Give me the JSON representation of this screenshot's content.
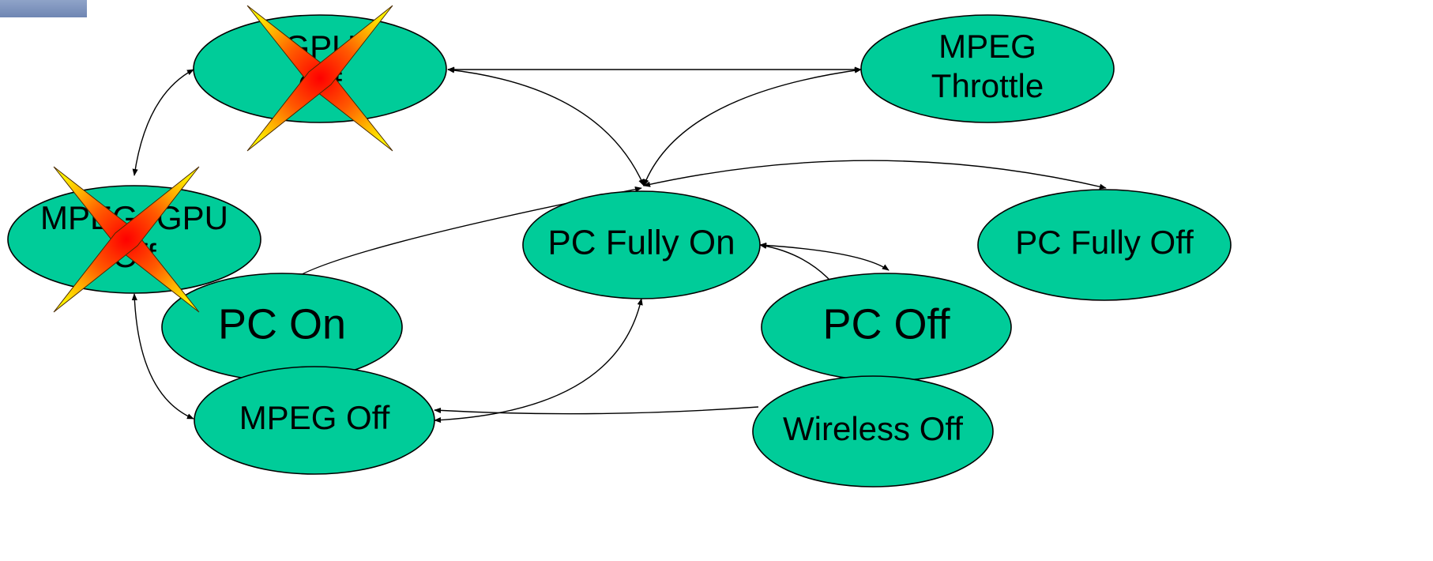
{
  "diagram": {
    "nodes": [
      {
        "id": "gpu-off",
        "lines": [
          "GPU",
          "Off"
        ],
        "crossed": true
      },
      {
        "id": "mpeg-throttle",
        "lines": [
          "MPEG",
          "Throttle"
        ],
        "crossed": false
      },
      {
        "id": "mpeg-gpu-off",
        "lines": [
          "MPEG, GPU",
          "Off"
        ],
        "crossed": true
      },
      {
        "id": "pc-fully-on",
        "lines": [
          "PC Fully On"
        ],
        "crossed": false
      },
      {
        "id": "pc-fully-off",
        "lines": [
          "PC Fully Off"
        ],
        "crossed": false
      },
      {
        "id": "pc-on",
        "lines": [
          "PC On"
        ],
        "crossed": false
      },
      {
        "id": "pc-off",
        "lines": [
          "PC Off"
        ],
        "crossed": false
      },
      {
        "id": "mpeg-off",
        "lines": [
          "MPEG Off"
        ],
        "crossed": false
      },
      {
        "id": "wireless-off",
        "lines": [
          "Wireless Off"
        ],
        "crossed": false
      }
    ],
    "edges": [
      {
        "from": "gpu-off",
        "to": "mpeg-throttle",
        "bidirectional": true
      },
      {
        "from": "gpu-off",
        "to": "pc-fully-on",
        "bidirectional": true
      },
      {
        "from": "mpeg-throttle",
        "to": "pc-fully-on",
        "bidirectional": true
      },
      {
        "from": "pc-fully-on",
        "to": "pc-fully-off",
        "bidirectional": true
      },
      {
        "from": "gpu-off",
        "to": "mpeg-gpu-off",
        "bidirectional": true
      },
      {
        "from": "pc-on",
        "to": "pc-fully-on",
        "bidirectional": false
      },
      {
        "from": "pc-fully-on",
        "to": "pc-off",
        "bidirectional": true
      },
      {
        "from": "pc-fully-on",
        "to": "wireless-off",
        "bidirectional": true
      },
      {
        "from": "mpeg-gpu-off",
        "to": "mpeg-off",
        "bidirectional": true
      },
      {
        "from": "mpeg-off",
        "to": "pc-fully-on",
        "bidirectional": true
      },
      {
        "from": "wireless-off",
        "to": "mpeg-off",
        "bidirectional": false
      }
    ],
    "colors": {
      "node_fill": "#00CC99",
      "node_stroke": "#000000",
      "edge": "#000000",
      "cross_outer": "#FF0000",
      "cross_inner": "#FFFF00",
      "logo": "#7A8FBA"
    }
  }
}
